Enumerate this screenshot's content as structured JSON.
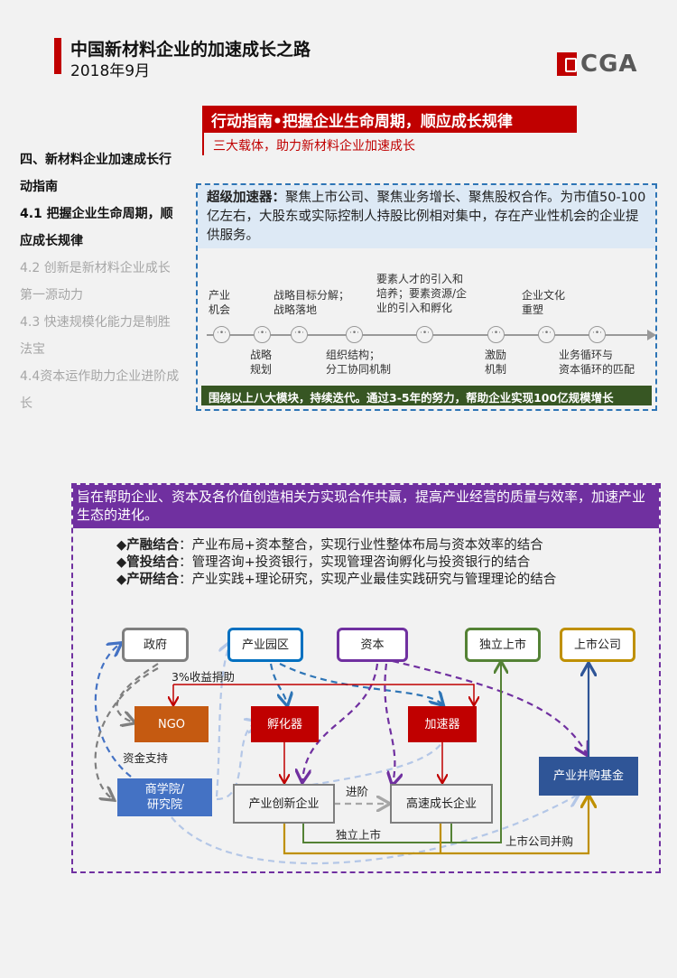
{
  "header": {
    "title": "中国新材料企业的加速成长之路",
    "date": "2018年9月",
    "logo_text": "CGA"
  },
  "banner": {
    "title": "行动指南•把握企业生命周期，顺应成长规律",
    "subtitle": "三大载体，助力新材料企业加速成长"
  },
  "nav": {
    "items": [
      {
        "label": "四、新材料企业加速成长行动指南",
        "active": true
      },
      {
        "label": "4.1 把握企业生命周期，顺应成长规律",
        "active": true
      },
      {
        "label": "4.2 创新是新材料企业成长第一源动力",
        "active": false
      },
      {
        "label": "4.3 快速规模化能力是制胜法宝",
        "active": false
      },
      {
        "label": "4.4资本运作助力企业进阶成长",
        "active": false
      }
    ]
  },
  "accelerator": {
    "label": "超级加速器：",
    "text": "聚焦上市公司、聚焦业务增长、聚焦股权合作。为市值50-100亿左右，大股东或实际控制人持股比例相对集中，存在产业性机会的企业提供服务。",
    "timeline_top": [
      "产业\n机会",
      "战略目标分解；\n战略落地",
      "要素人才的引入和\n培养；要素资源/企\n业的引入和孵化",
      "企业文化\n重塑"
    ],
    "timeline_bottom": [
      "战略\n规划",
      "组织结构；\n分工协同机制",
      "激励\n机制",
      "业务循环与\n资本循环的匹配"
    ],
    "footer": "围绕以上八大模块，持续迭代。通过3-5年的努力，帮助企业实现100亿规模增长"
  },
  "ecosystem": {
    "header": "旨在帮助企业、资本及各价值创造相关方实现合作共赢，提高产业经营的质量与效率，加速产业生态的进化。",
    "items": [
      {
        "name": "产融结合",
        "desc": "：产业布局+资本整合，实现行业性整体布局与资本效率的结合"
      },
      {
        "name": "管投结合",
        "desc": "：管理咨询+投资银行，实现管理咨询孵化与投资银行的结合"
      },
      {
        "name": "产研结合",
        "desc": "：产业实践+理论研究，实现产业最佳实践研究与管理理论的结合"
      }
    ],
    "nodes": {
      "gov": "政府",
      "park": "产业园区",
      "capital": "资本",
      "ipo": "独立上市",
      "listed": "上市公司",
      "ngo": "NGO",
      "incubator": "孵化器",
      "accelerator": "加速器",
      "fund": "产业并购基金",
      "school": "商学院/\n研究院",
      "innov": "产业创新企业",
      "growth": "高速成长企业"
    },
    "labels": {
      "donation": "3%收益捐助",
      "funding": "资金支持",
      "advance": "进阶",
      "ipo": "独立上市",
      "ma": "上市公司并购"
    }
  },
  "colors": {
    "red": "#c00000",
    "purple": "#7030a0",
    "blue": "#2e75b6",
    "green": "#548235",
    "gold": "#bf9000",
    "navy": "#2f5597"
  }
}
